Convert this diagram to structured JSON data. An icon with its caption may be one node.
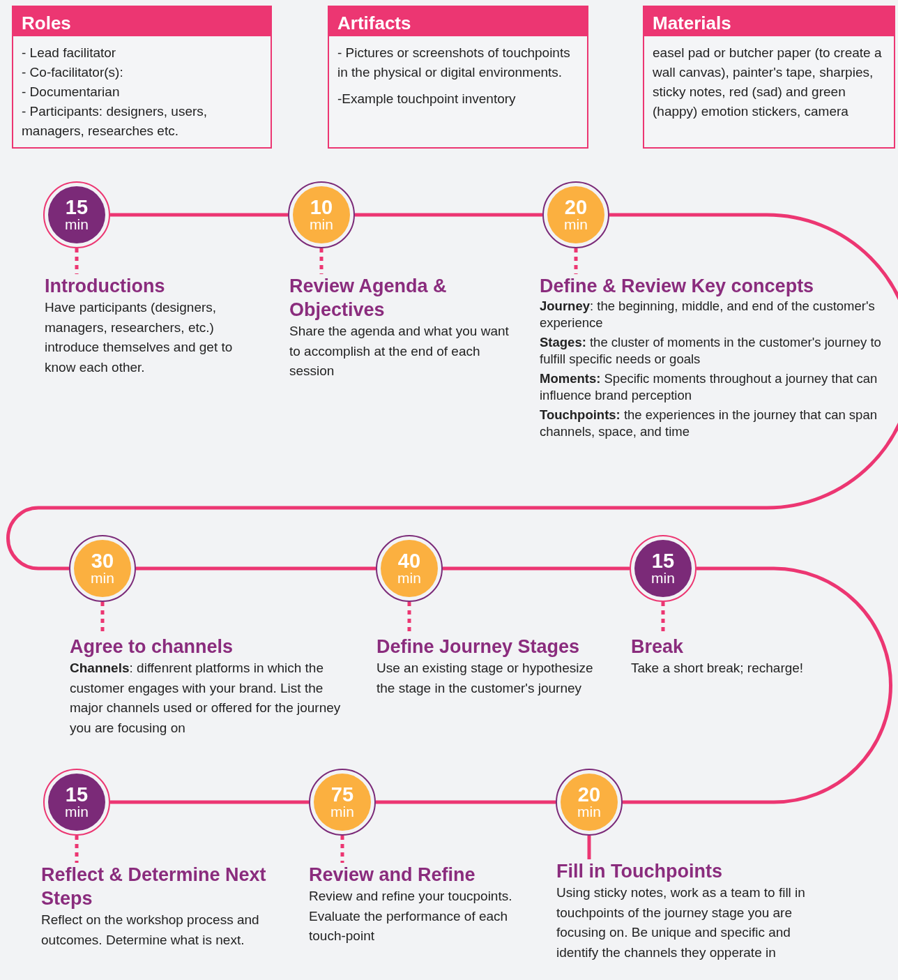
{
  "diagram": {
    "nodes": [
      {
        "text": [
          "Roles",
          "- Lead facilitator",
          "- Co-facilitator(s):",
          "- Documentarian",
          "- Participants: designers, users, managers, researches etc."
        ]
      },
      {
        "text": [
          "Artifacts",
          "- Pictures or screenshots of touchpoints in the physical or digital environments.",
          "-Example touchpoint inventory"
        ]
      },
      {
        "text": [
          "Materials",
          "easel pad or butcher paper (to create a wall canvas), painter's tape, sharpies, sticky notes, red (sad) and green (happy) emotion stickers, camera"
        ]
      },
      {
        "text": [
          "15",
          "min"
        ]
      },
      {
        "text": [
          "Introductions",
          "Have participants (designers, managers, researchers, etc.) introduce themselves and get to know each other."
        ]
      },
      {
        "text": [
          "10",
          "min"
        ]
      },
      {
        "text": [
          "Review Agenda & Objectives",
          "Share the agenda and what you want to accomplish at the end of each session"
        ]
      },
      {
        "text": [
          "20",
          "min"
        ]
      },
      {
        "text": [
          "Define & Review Key concepts",
          "**Journey**: the beginning, middle, and end of the customer's experience",
          "**Stages:** the cluster of moments in the customer's journey to fulfill specific needs or goals",
          "**Moments:** Specific moments throughout a journey that can influence brand perception",
          "**Touchpoints:** the experiences in the journey that can span channels, space, and time"
        ]
      },
      {
        "text": [
          "30",
          "min"
        ]
      },
      {
        "text": [
          "Agree to channels",
          "**Channels**: diffenrent platforms in which the customer engages with your brand. List the major channels used or offered for the journey you are focusing on"
        ]
      },
      {
        "text": [
          "40",
          "min"
        ]
      },
      {
        "text": [
          "Define Journey Stages",
          "Use an existing stage or hypothesize the stage in the customer's journey"
        ]
      },
      {
        "text": [
          "15",
          "min"
        ]
      },
      {
        "text": [
          "Break",
          "Take a short break; recharge!"
        ]
      },
      {
        "text": [
          "20",
          "min"
        ]
      },
      {
        "text": [
          "Fill in Touchpoints",
          "Using sticky notes, work as a team to fill in touchpoints of the journey stage you are focusing on. Be unique and specific and identify the channels they opperate in"
        ]
      },
      {
        "text": [
          "75",
          "min"
        ]
      },
      {
        "text": [
          "Review and Refine",
          "Review and refine your toucpoints. Evaluate the performance of each touch-point"
        ]
      },
      {
        "text": [
          "15",
          "min"
        ]
      },
      {
        "text": [
          "Reflect & Determine Next Steps",
          "Reflect on the workshop process and outcomes. Determine what is next."
        ]
      }
    ],
    "edges": [
      {
        "from": 3,
        "to": 5,
        "arrow": "none"
      },
      {
        "from": 5,
        "to": 7,
        "arrow": "none"
      },
      {
        "from": 7,
        "to": 9,
        "arrow": "none"
      },
      {
        "from": 9,
        "to": 11,
        "arrow": "none"
      },
      {
        "from": 11,
        "to": 13,
        "arrow": "none"
      },
      {
        "from": 13,
        "to": 15,
        "arrow": "none"
      },
      {
        "from": 15,
        "to": 17,
        "arrow": "none"
      },
      {
        "from": 17,
        "to": 19,
        "arrow": "none"
      },
      {
        "from": 3,
        "to": 4,
        "arrow": "none",
        "style": "dashed"
      },
      {
        "from": 5,
        "to": 6,
        "arrow": "none",
        "style": "dashed"
      },
      {
        "from": 7,
        "to": 8,
        "arrow": "none",
        "style": "dashed"
      },
      {
        "from": 9,
        "to": 10,
        "arrow": "none",
        "style": "dashed"
      },
      {
        "from": 11,
        "to": 12,
        "arrow": "none",
        "style": "dashed"
      },
      {
        "from": 13,
        "to": 14,
        "arrow": "none",
        "style": "dashed"
      },
      {
        "from": 15,
        "to": 16,
        "arrow": "none"
      },
      {
        "from": 17,
        "to": 18,
        "arrow": "none",
        "style": "dashed"
      },
      {
        "from": 19,
        "to": 20,
        "arrow": "none",
        "style": "dashed"
      }
    ]
  }
}
